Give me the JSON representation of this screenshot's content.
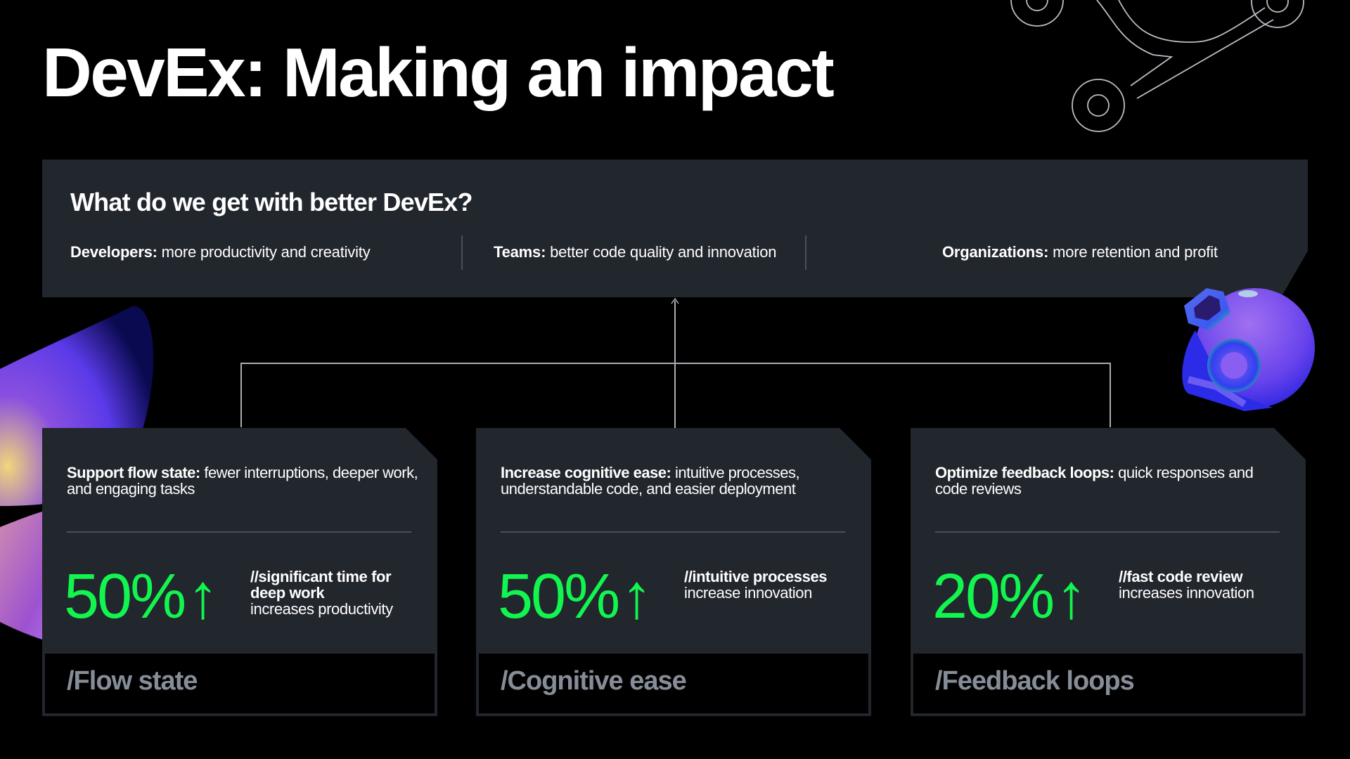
{
  "title": "DevEx: Making an impact",
  "summary": {
    "heading": "What do we get with better DevEx?",
    "items": [
      {
        "label": "Developers:",
        "text": " more productivity and creativity"
      },
      {
        "label": "Teams:",
        "text": " better code quality and innovation"
      },
      {
        "label": "Organizations:",
        "text": " more retention and profit"
      }
    ]
  },
  "cards": [
    {
      "desc_bold": "Support flow state:",
      "desc_text": " fewer interruptions, deeper work, and engaging tasks",
      "stat": "50%",
      "arrow": "↑",
      "note_bold": "//significant time for deep work",
      "note_text": "increases productivity",
      "footer": "/Flow state"
    },
    {
      "desc_bold": "Increase cognitive ease:",
      "desc_text": " intuitive processes, understandable code, and easier deployment",
      "stat": "50%",
      "arrow": "↑",
      "note_bold": "//intuitive processes",
      "note_text": "increase innovation",
      "footer": "/Cognitive ease"
    },
    {
      "desc_bold": "Optimize feedback loops:",
      "desc_text": " quick responses and code reviews",
      "stat": "20%",
      "arrow": "↑",
      "note_bold": "//fast code review",
      "note_text": "increases innovation",
      "footer": "/Feedback loops"
    }
  ],
  "colors": {
    "background": "#000000",
    "panel": "#22262d",
    "accent_green": "#12f54f",
    "footer_text": "#878d98",
    "divider": "#4a4f58",
    "connector": "#a9adb3"
  },
  "icons": {
    "branch": "git-branch-outline-icon",
    "left_decoration": "gradient-petal-shape",
    "right_decoration": "3d-helmet-shape",
    "stat_arrow": "arrow-up-icon"
  }
}
